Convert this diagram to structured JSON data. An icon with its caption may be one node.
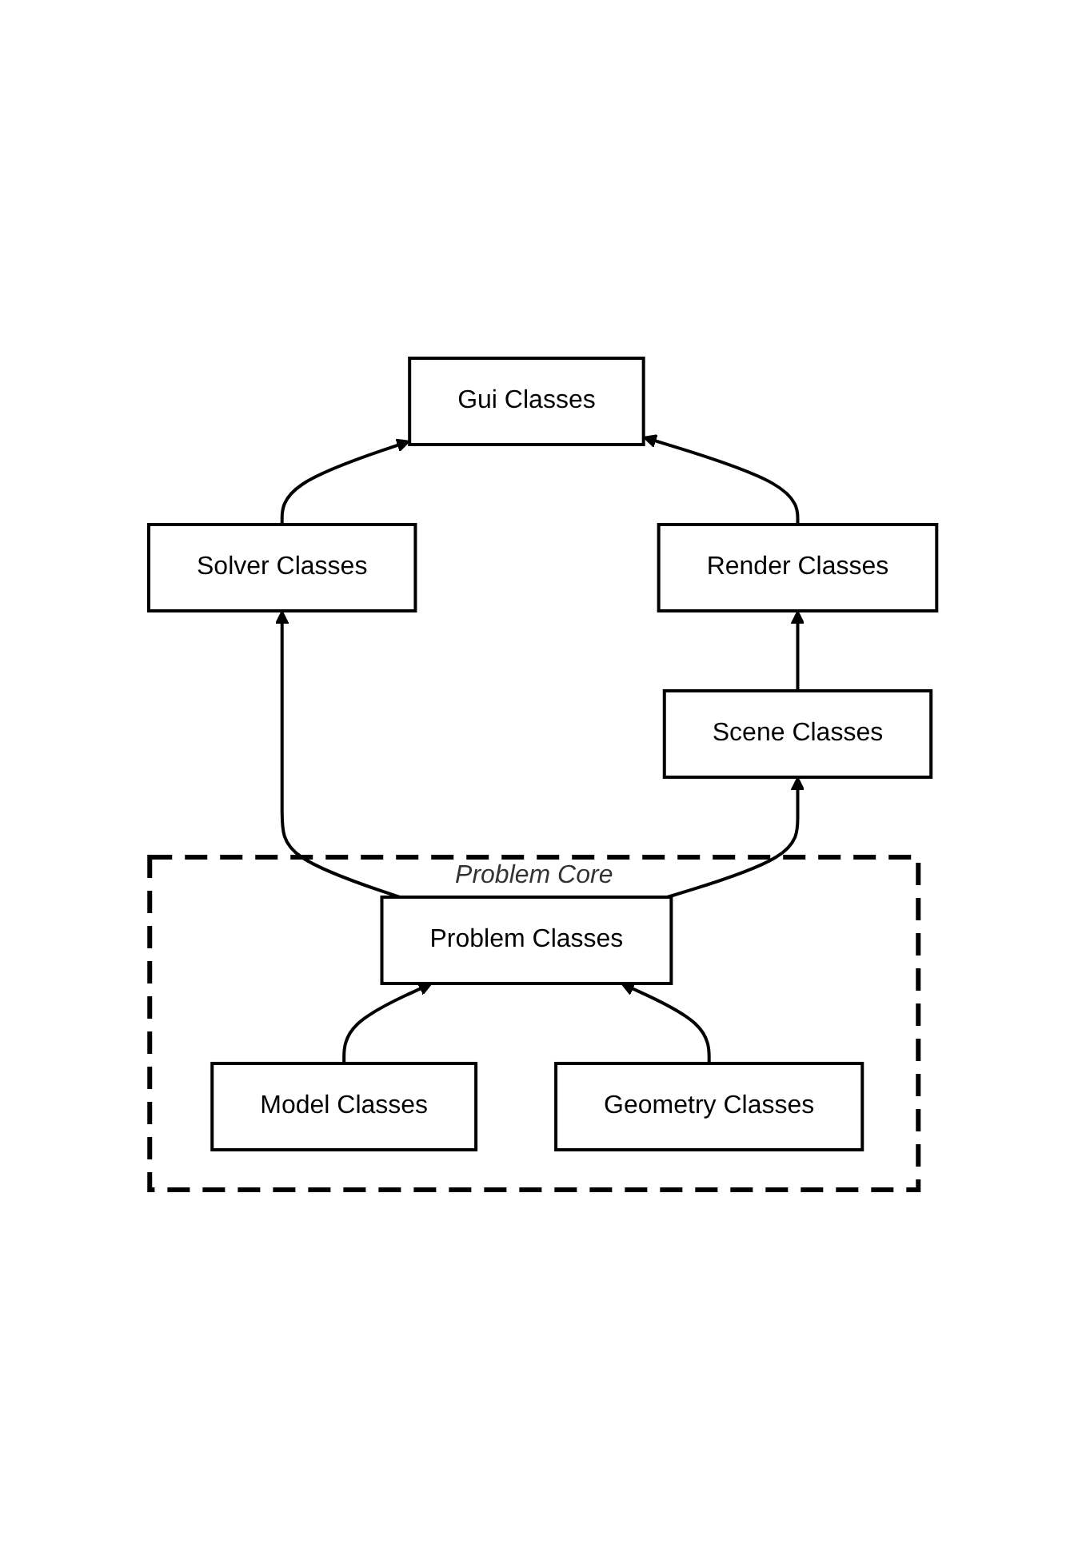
{
  "diagram": {
    "nodes": [
      {
        "text": [
          "Gui Classes"
        ]
      },
      {
        "text": [
          "Render Classes"
        ]
      },
      {
        "text": [
          "Solver Classes"
        ]
      },
      {
        "text": [
          "Scene Classes"
        ]
      },
      {
        "text": [
          "Problem Core"
        ]
      },
      {
        "text": [
          "Problem Classes"
        ],
        "in": 4
      },
      {
        "text": [
          "Model Classes"
        ],
        "in": 4
      },
      {
        "text": [
          "Geometry Classes"
        ],
        "in": 4
      }
    ],
    "edges": [
      {
        "from": 2,
        "to": 0,
        "arrow": "to"
      },
      {
        "from": 1,
        "to": 0,
        "arrow": "to"
      },
      {
        "from": 3,
        "to": 1,
        "arrow": "to"
      },
      {
        "from": 5,
        "to": 2,
        "arrow": "to"
      },
      {
        "from": 5,
        "to": 3,
        "arrow": "to"
      },
      {
        "from": 6,
        "to": 5,
        "arrow": "to"
      },
      {
        "from": 7,
        "to": 5,
        "arrow": "to"
      }
    ]
  }
}
